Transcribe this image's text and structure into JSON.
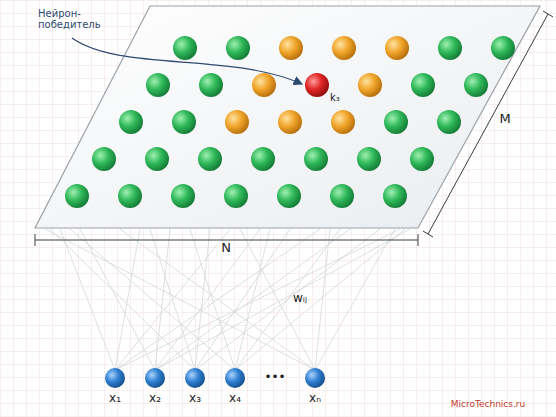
{
  "diagram": {
    "labels": [
      "Нейрон-победитель",
      "k₃",
      "N",
      "M",
      "wᵢⱼ",
      "x₁",
      "x₂",
      "x₃",
      "x₄",
      "•••",
      "xₙ",
      "MicroTechnics.ru"
    ]
  }
}
